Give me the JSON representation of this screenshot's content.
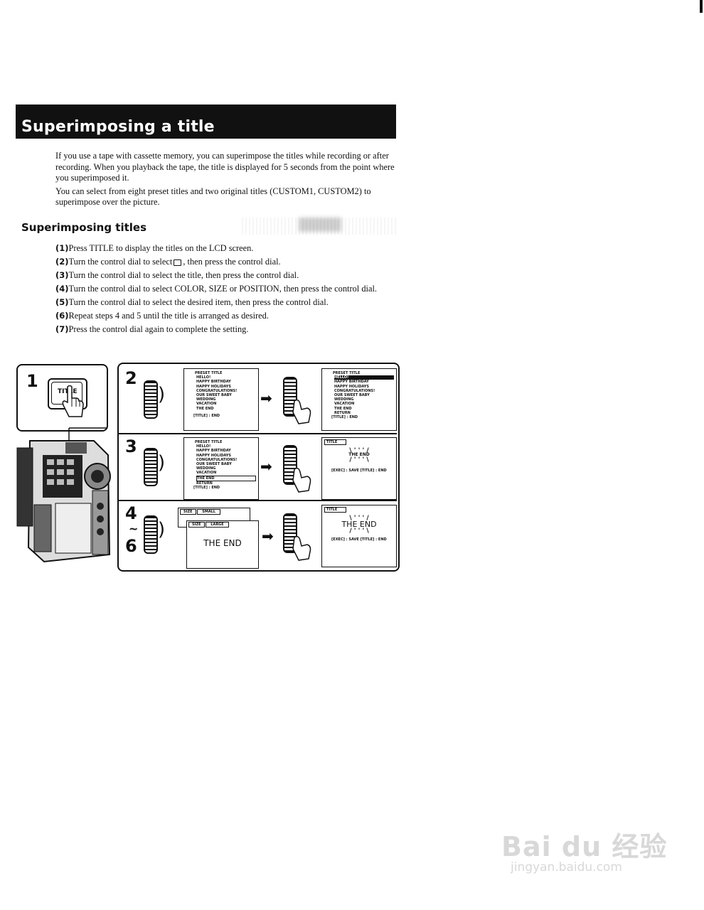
{
  "title": "Superimposing a title",
  "intro": [
    "If you use a tape with cassette memory, you can superimpose the titles while recording or after recording.  When you playback the tape, the title is displayed for 5 seconds from the point where you superimposed it.",
    "You can select from eight preset titles and two original titles (CUSTOM1, CUSTOM2) to superimpose over the picture."
  ],
  "subheading": "Superimposing titles",
  "steps": [
    {
      "num": "(1)",
      "text": "Press TITLE to display the titles on the LCD screen."
    },
    {
      "num": "(2)",
      "text_before": "Turn the control dial to select",
      "text_after": ", then press the control dial."
    },
    {
      "num": "(3)",
      "text": "Turn the control dial to select the title, then press the control dial."
    },
    {
      "num": "(4)",
      "text": "Turn the control dial to select COLOR, SIZE or POSITION, then press the control dial."
    },
    {
      "num": "(5)",
      "text": "Turn the control dial to select the desired item, then press the control dial."
    },
    {
      "num": "(6)",
      "text": "Repeat steps 4 and 5 until the title is arranged as desired."
    },
    {
      "num": "(7)",
      "text": "Press the control dial again to complete the setting."
    }
  ],
  "diagram": {
    "step1": {
      "num": "1",
      "button_label": "TITLE"
    },
    "step2": {
      "num": "2"
    },
    "step3": {
      "num": "3"
    },
    "step4": {
      "num": "4",
      "tilde": "~",
      "num_end": "6"
    },
    "preset_header": "PRESET TITLE",
    "preset_items": [
      "HELLO!",
      "HAPPY BIRTHDAY",
      "HAPPY HOLIDAYS",
      "CONGRATULATIONS!",
      "OUR SWEET BABY",
      "WEDDING",
      "VACATION",
      "THE END"
    ],
    "preset_return": "RETURN",
    "footer_end": "[TITLE] : END",
    "title_label": "TITLE",
    "the_end": "THE END",
    "footer_save": "[EXEC] : SAVE  [TITLE] : END",
    "size_label": "SIZE",
    "size_small": "SMALL",
    "size_large": "LARGE"
  },
  "watermark": {
    "main": "Bai du 经验",
    "sub": "jingyan.baidu.com"
  }
}
